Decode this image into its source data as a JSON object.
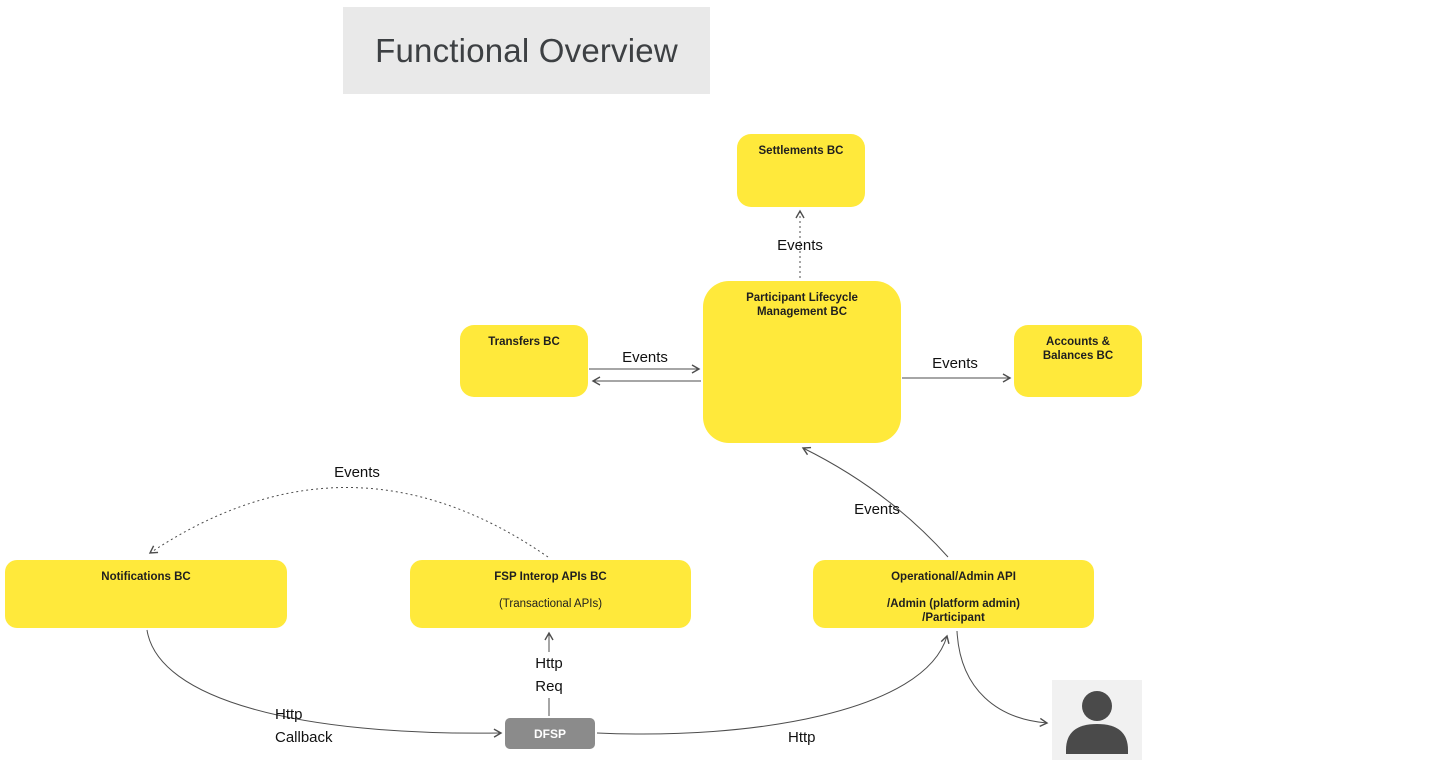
{
  "title": "Functional Overview",
  "nodes": {
    "settlements": {
      "label": "Settlements BC"
    },
    "plm": {
      "label": "Participant Lifecycle\nManagement BC"
    },
    "transfers": {
      "label": "Transfers BC"
    },
    "accounts": {
      "label": "Accounts &\nBalances BC"
    },
    "notifications": {
      "label": "Notifications BC"
    },
    "fsp": {
      "label": "FSP Interop APIs BC",
      "sublabel": "(Transactional APIs)"
    },
    "ops": {
      "label": "Operational/Admin API",
      "sublabel": "/Admin (platform admin)\n/Participant"
    },
    "dfsp": {
      "label": "DFSP"
    }
  },
  "edges": {
    "plm_settlements": {
      "label": "Events"
    },
    "transfers_plm": {
      "label": "Events"
    },
    "plm_accounts": {
      "label": "Events"
    },
    "fsp_notifications": {
      "label": "Events"
    },
    "ops_plm": {
      "label": "Events"
    },
    "dfsp_fsp": {
      "label": "Http\nReq"
    },
    "notifications_dfsp": {
      "label": "Http\nCallback"
    },
    "dfsp_ops": {
      "label": "Http"
    }
  },
  "colors": {
    "node_fill": "#ffe93b",
    "title_bg": "#e9e9e9",
    "dfsp_bg": "#8b8b8b",
    "line": "#4d4d4d",
    "person_bg": "#f1f1f1",
    "person_fill": "#4a4a4a"
  }
}
